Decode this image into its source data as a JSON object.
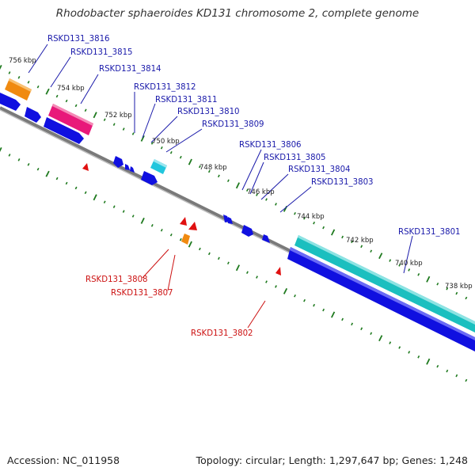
{
  "title": "Rhodobacter sphaeroides KD131 chromosome 2, complete genome",
  "footer": {
    "accession": "Accession: NC_011958",
    "summary": "Topology: circular; Length: 1,297,647 bp; Genes: 1,248"
  },
  "colors": {
    "backbone": "#7a7a7a",
    "ruler_tick": "#1f7a1f",
    "cds_forward": "#1010e0",
    "cds_reverse": "#e01010",
    "label_forward": "#1a1aaa",
    "label_reverse": "#cc1111",
    "orange_gene": "#f08a10",
    "magenta_gene": "#e8197a",
    "cyan_gene": "#22c6dd",
    "teal_gene": "#1bbfbf"
  },
  "ruler_labels": [
    "756 kbp",
    "754 kbp",
    "752 kbp",
    "750 kbp",
    "748 kbp",
    "746 kbp",
    "744 kbp",
    "742 kbp",
    "740 kbp",
    "738 kbp"
  ],
  "gene_labels_forward": [
    "RSKD131_3816",
    "RSKD131_3815",
    "RSKD131_3814",
    "RSKD131_3812",
    "RSKD131_3811",
    "RSKD131_3810",
    "RSKD131_3809",
    "RSKD131_3806",
    "RSKD131_3805",
    "RSKD131_3804",
    "RSKD131_3803",
    "RSKD131_3801"
  ],
  "gene_labels_reverse": [
    "RSKD131_3808",
    "RSKD131_3807",
    "RSKD131_3802"
  ]
}
